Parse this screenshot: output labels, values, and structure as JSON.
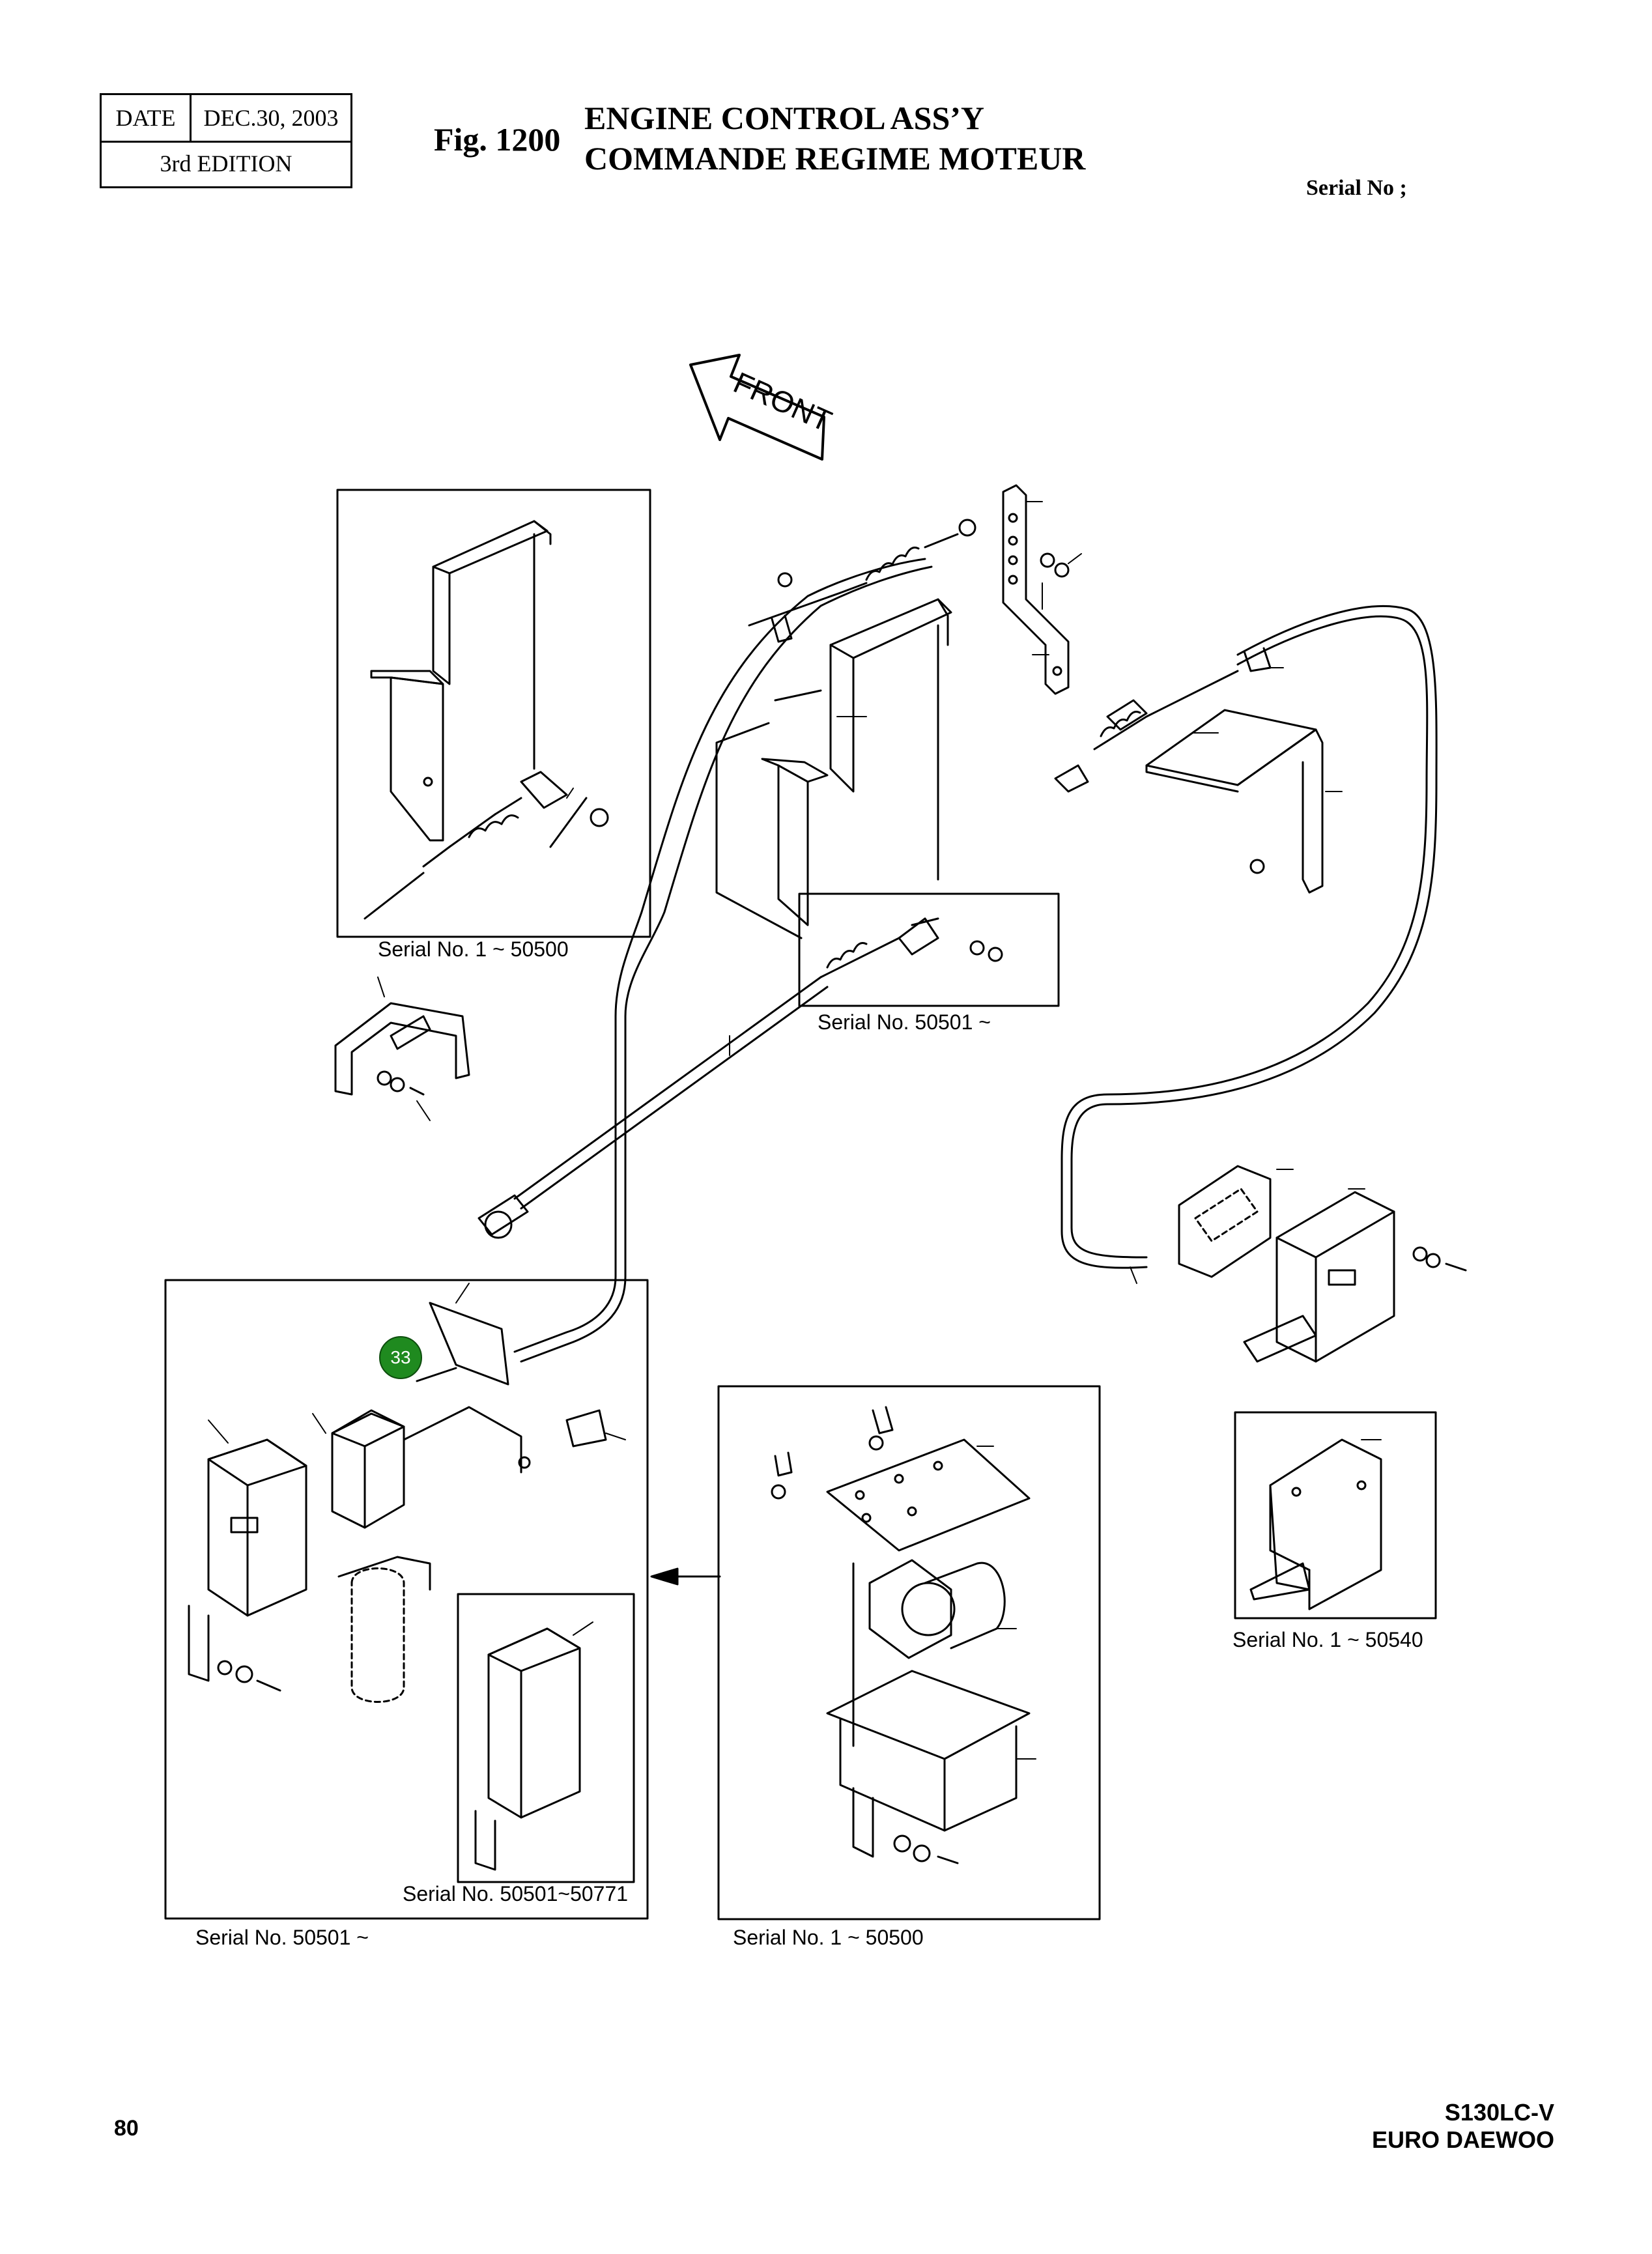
{
  "header": {
    "date_label": "DATE",
    "date_value": "DEC.30, 2003",
    "edition": "3rd  EDITION",
    "fig_label": "Fig. 1200",
    "title_en": "ENGINE CONTROL ASS’Y",
    "title_fr": "COMMANDE REGIME MOTEUR",
    "serial_label": "Serial No ;"
  },
  "diagram": {
    "front_label": "FRONT",
    "callout": "33",
    "captions": {
      "upper_left": "Serial No. 1 ~ 50500",
      "upper_center": "Serial No. 50501 ~",
      "right_box": "Serial No. 1 ~ 50540",
      "inner_left": "Serial No. 50501~50771",
      "lower_left": "Serial No. 50501 ~",
      "lower_center": "Serial No. 1 ~ 50500"
    }
  },
  "footer": {
    "page_number": "80",
    "model": "S130LC-V",
    "brand": "EURO DAEWOO"
  }
}
